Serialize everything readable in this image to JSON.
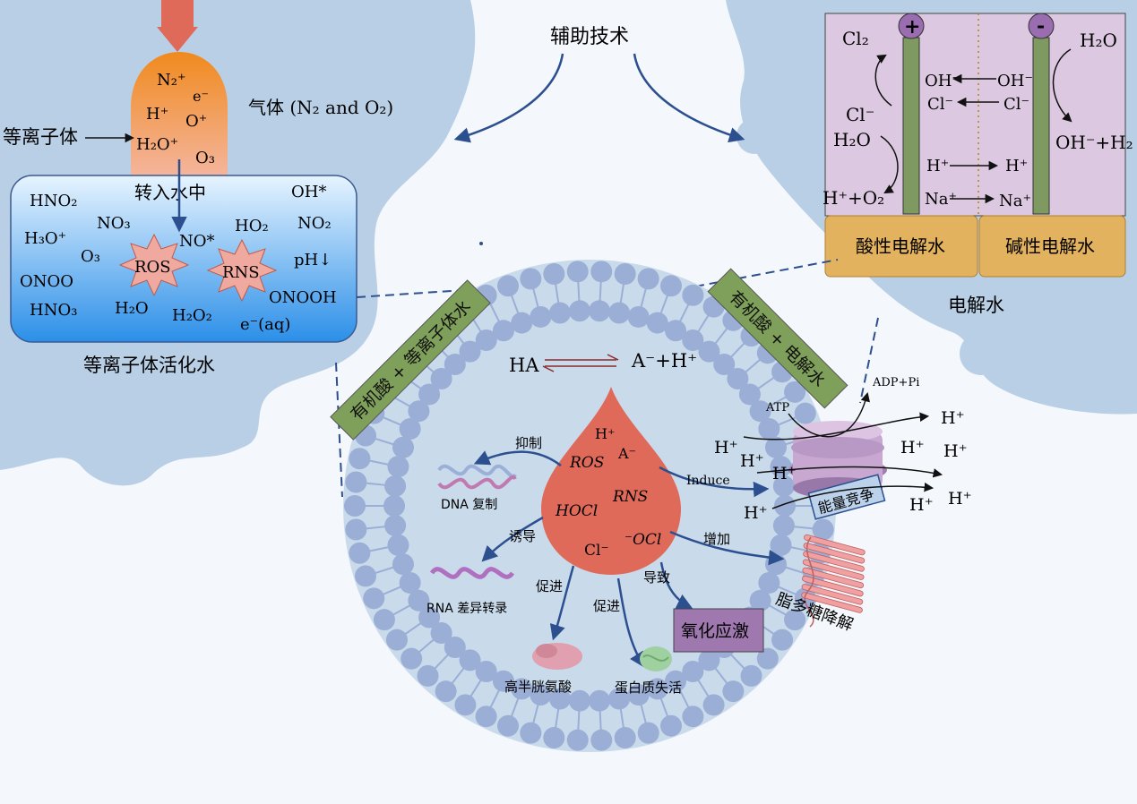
{
  "colors": {
    "background": "#f4f7fb",
    "cell_fill": "#b9cfe6",
    "membrane_bead": "#9aaed6",
    "plasma_top": "#f08a1e",
    "plasma_bottom": "#f4b6a0",
    "water_top": "#dbeeff",
    "water_bottom": "#2b8fe8",
    "electrolysis_bg": "#dcc8e0",
    "electrode": "#7f9a60",
    "tray": "#e3b25f",
    "green_label": "#7fa05a",
    "drop": "#e06a5a",
    "star": "#f0a99e",
    "arrow": "#2c4f8f",
    "purple_box": "#a078b0"
  },
  "labels": {
    "aux_tech": "辅助技术",
    "gas": "气体 (N₂ and O₂)",
    "plasma": "等离子体",
    "into_water": "转入水中",
    "paw": "等离子体活化水",
    "electrolysis": "电解水",
    "acidic_water": "酸性电解水",
    "alkaline_water": "碱性电解水",
    "organic_plasma": "有机酸 + 等离子体水",
    "organic_electro": "有机酸 + 电解水",
    "equilibrium_left": "HA",
    "equilibrium_right": "A⁻+H⁺",
    "energy_competition": "能量竞争",
    "oxidative_stress": "氧化应激",
    "dna_replication": "DNA 复制",
    "rna_transcription": "RNA 差异转录",
    "homocysteine": "高半胱氨酸",
    "protein_inactivation": "蛋白质失活",
    "lipopolysaccharide": "脂多糖降解",
    "atp": "ATP",
    "adp": "ADP+Pi"
  },
  "arrow_labels": {
    "inhibit": "抑制",
    "induce_cn": "诱导",
    "promote1": "促进",
    "promote2": "促进",
    "lead_to": "导致",
    "induce_en": "Induce",
    "increase": "增加"
  },
  "plasma_torch_species": [
    "N₂⁺",
    "e⁻",
    "H⁺",
    "O⁺",
    "H₂O⁺",
    "O₃"
  ],
  "water_species": [
    "HNO₂",
    "NO₃",
    "OH*",
    "NO₂",
    "H₃O⁺",
    "O₃",
    "NO*",
    "HO₂",
    "pH↓",
    "ONOO",
    "ONOOH",
    "HNO₃",
    "H₂O",
    "H₂O₂",
    "e⁻(aq)"
  ],
  "water_stars": [
    "ROS",
    "RNS"
  ],
  "electrolysis_ions": [
    "Cl₂",
    "Cl⁻",
    "H₂O",
    "H⁺+O₂",
    "OH⁻",
    "OH⁻",
    "Cl⁻",
    "Cl⁻",
    "H⁺",
    "H⁺",
    "Na⁺",
    "Na⁺",
    "H₂O",
    "OH⁻+H₂"
  ],
  "electrodes": [
    "+",
    "-"
  ],
  "drop_species": [
    "H⁺",
    "ROS",
    "A⁻",
    "RNS",
    "HOCl",
    "Cl⁻",
    "⁻OCl"
  ],
  "protons": [
    "H⁺",
    "H⁺",
    "H⁺",
    "H⁺",
    "H⁺",
    "H⁺",
    "H⁺",
    "H⁺",
    "H⁺"
  ]
}
